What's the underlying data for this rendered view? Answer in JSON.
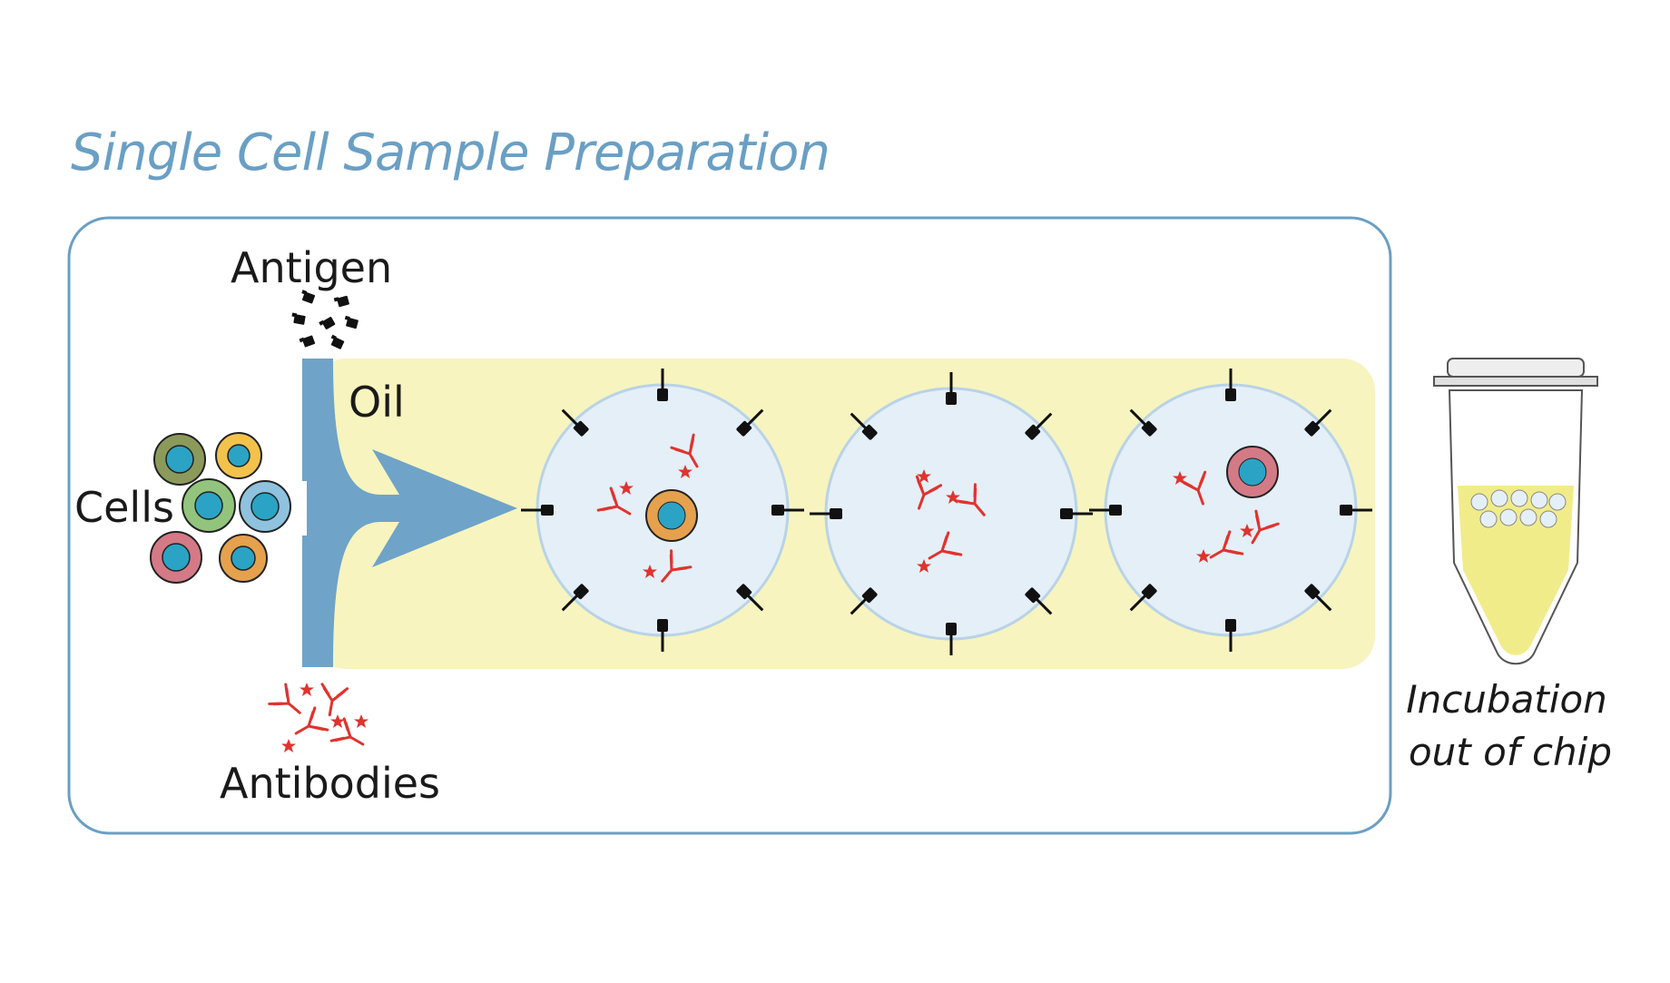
{
  "title": "Single Cell Sample Preparation",
  "labels": {
    "antigen": "Antigen",
    "oil": "Oil",
    "cells": "Cells",
    "antibodies": "Antibodies",
    "incubation_line1": "Incubation",
    "incubation_line2": "out of chip"
  },
  "colors": {
    "title": "#6a9fc4",
    "chip_border": "#6a9fc4",
    "channel": "#6fa3c8",
    "oil": "#f7f4bf",
    "droplet_fill": "#e4eff8",
    "antibody": "#e0332e",
    "antigen": "#111111",
    "tube_liquid": "#f1ec8a"
  },
  "icons": {
    "droplets": [
      "droplet-with-cell-icon",
      "droplet-empty-icon",
      "droplet-with-cell-icon"
    ],
    "cells": [
      "cell-olive-icon",
      "cell-yellow-icon",
      "cell-green-icon",
      "cell-blue-icon",
      "cell-pink-icon",
      "cell-orange-icon"
    ],
    "tube": "microcentrifuge-tube-icon"
  }
}
